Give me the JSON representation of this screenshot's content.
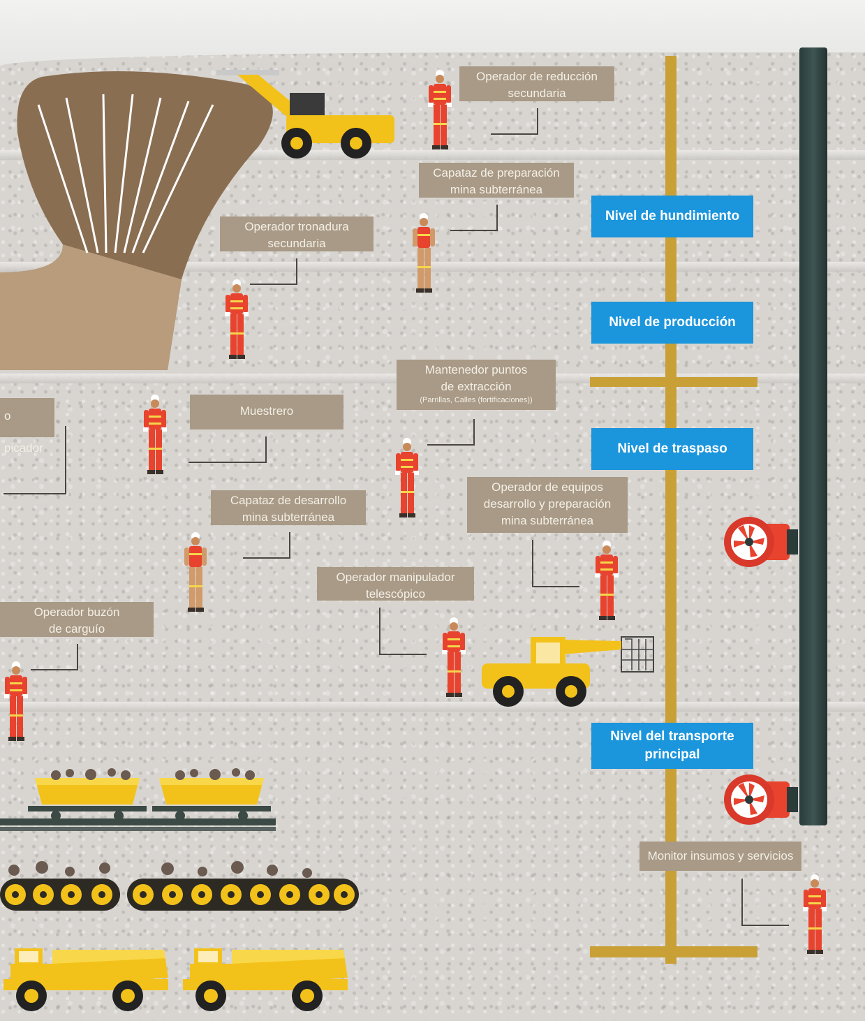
{
  "levels": [
    {
      "label": "Nivel de hundimiento"
    },
    {
      "label": "Nivel de producción"
    },
    {
      "label": "Nivel de traspaso"
    },
    {
      "label": "Nivel del transporte principal"
    }
  ],
  "roles": [
    {
      "line1": "Operador de reducción",
      "line2": "secundaria"
    },
    {
      "line1": "Capataz de preparación",
      "line2": "mina subterránea"
    },
    {
      "line1": "Operador tronadura",
      "line2": "secundaria"
    },
    {
      "line1": "Mantenedor puntos",
      "line2": "de extracción",
      "line3": "(Parrillas, Calles (fortificaciones))"
    },
    {
      "line1": "o picador"
    },
    {
      "line1": "Muestrero"
    },
    {
      "line1": "Capataz de desarrollo",
      "line2": "mina subterránea"
    },
    {
      "line1": "Operador de equipos",
      "line2": "desarrollo y preparación",
      "line3": "mina subterránea"
    },
    {
      "line1": "Operador manipulador",
      "line2": "telescópico"
    },
    {
      "line1": "Operador buzón",
      "line2": "de carguío"
    },
    {
      "line1": "Monitor insumos y servicios"
    }
  ],
  "colors": {
    "level_box": "#1b95dc",
    "role_box": "#a89a86",
    "shaft": "#c8a036",
    "pipe": "#2a3b3a",
    "worker_vest": "#e8432e",
    "vehicle": "#f3c21a"
  },
  "icons": [
    "worker-icon",
    "drill-loader-icon",
    "telehandler-icon",
    "ventilation-fan-icon",
    "ore-train-icon",
    "conveyor-belt-icon",
    "haul-truck-icon"
  ]
}
